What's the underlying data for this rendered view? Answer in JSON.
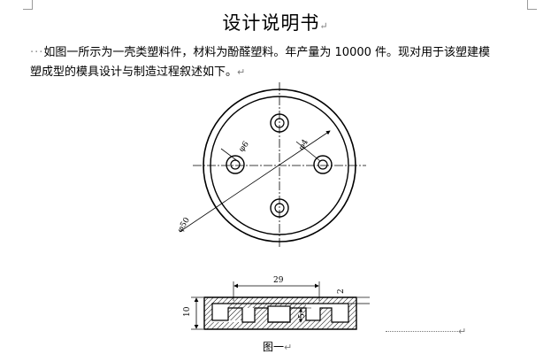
{
  "doc": {
    "title": "设计说明书",
    "para_indent": "···",
    "para_line1": "如图一所示为一壳类塑料件，材料为酚醛塑料。年产量为 10000 件。现对用于该塑建模",
    "para_line2": "塑成型的模具设计与制造过程叙述如下。",
    "para_mark": "↵",
    "figure_caption": "图一"
  },
  "drawing": {
    "dim_top_view_hole_right": "φ4",
    "dim_top_view_hole_left": "φ6",
    "dim_top_view_outer": "φ50",
    "dim_section_width": "29",
    "dim_section_right": "2",
    "dim_section_height": "10",
    "dim_section_inner": "5"
  }
}
